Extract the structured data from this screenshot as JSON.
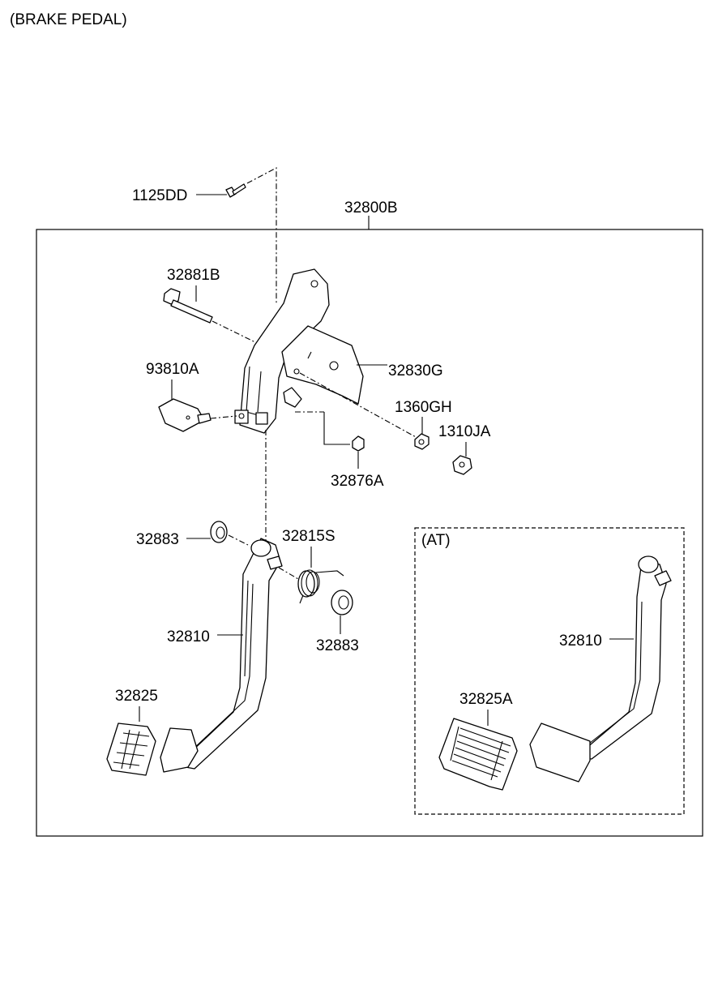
{
  "title": "(BRAKE PEDAL)",
  "at_label": "(AT)",
  "parts": {
    "p1125DD": "1125DD",
    "p32800B": "32800B",
    "p32881B": "32881B",
    "p32830G": "32830G",
    "p93810A": "93810A",
    "p1360GH": "1360GH",
    "p1310JA": "1310JA",
    "p32876A": "32876A",
    "p32883_top": "32883",
    "p32815S": "32815S",
    "p32810": "32810",
    "p32883_bottom": "32883",
    "p32825": "32825",
    "p32810_at": "32810",
    "p32825A": "32825A"
  }
}
